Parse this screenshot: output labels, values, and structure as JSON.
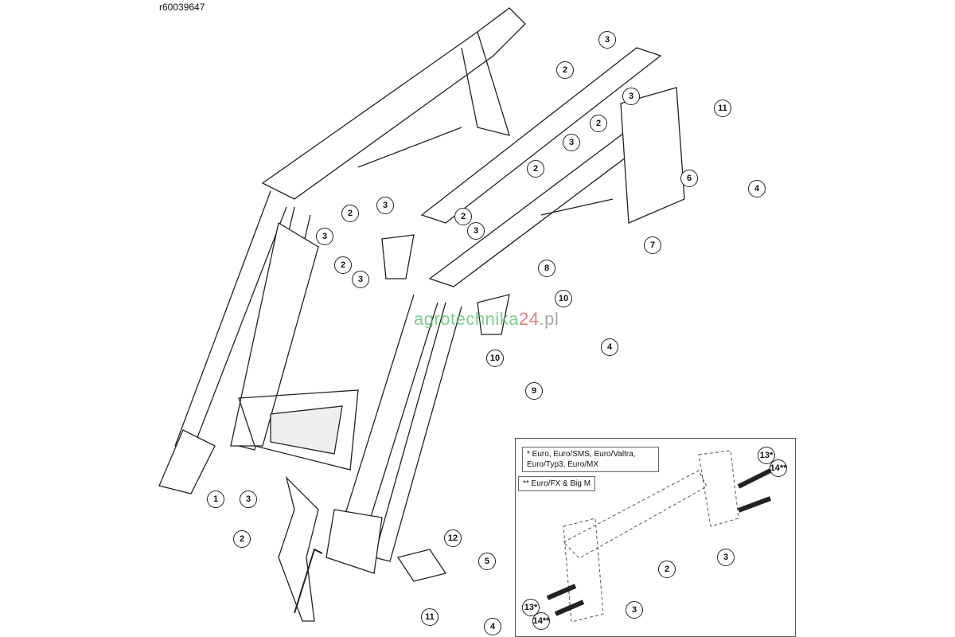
{
  "reference": "r60039647",
  "watermark": {
    "part1": "agrotechnika",
    "part2": "24",
    "part3": ".pl",
    "colors": {
      "green": "#4fbf6a",
      "red": "#e05050",
      "gray": "#8a8a8a"
    }
  },
  "callouts": [
    "3",
    "2",
    "3",
    "2",
    "3",
    "2",
    "11",
    "6",
    "4",
    "7",
    "3",
    "2",
    "3",
    "2",
    "3",
    "2",
    "3",
    "8",
    "10",
    "4",
    "10",
    "9",
    "1",
    "3",
    "2",
    "12",
    "5",
    "11",
    "4"
  ],
  "inset": {
    "note_single": "* Euro, Euro/SMS, Euro/Valtra, Euro/Typ3, Euro/MX",
    "note_double": "** Euro/FX & Big M",
    "callouts": [
      "13*",
      "14**",
      "2",
      "3",
      "3",
      "13*",
      "14**"
    ]
  }
}
